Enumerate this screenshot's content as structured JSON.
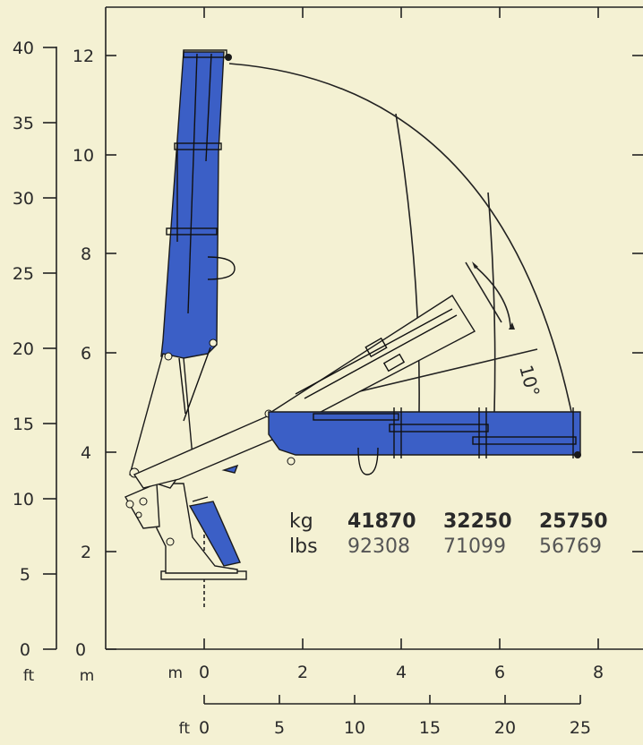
{
  "axes": {
    "ft_left": {
      "unit": "ft",
      "ticks": [
        "0",
        "5",
        "10",
        "15",
        "20",
        "25",
        "30",
        "35",
        "40"
      ]
    },
    "m_left": {
      "unit": "m",
      "ticks": [
        "0",
        "2",
        "4",
        "6",
        "8",
        "10",
        "12"
      ]
    },
    "m_bottom": {
      "unit": "m",
      "ticks": [
        "0",
        "2",
        "4",
        "6",
        "8"
      ]
    },
    "ft_bottom": {
      "unit": "ft",
      "ticks": [
        "0",
        "5",
        "10",
        "15",
        "20",
        "25"
      ]
    }
  },
  "capacity": {
    "kg_unit": "kg",
    "lbs_unit": "lbs",
    "kg_values": [
      "41870",
      "32250",
      "25750"
    ],
    "lbs_values": [
      "92308",
      "71099",
      "56769"
    ]
  },
  "angle_label": "10°",
  "colors": {
    "boom": "#3b5fc6",
    "background": "#f4f1d3"
  }
}
